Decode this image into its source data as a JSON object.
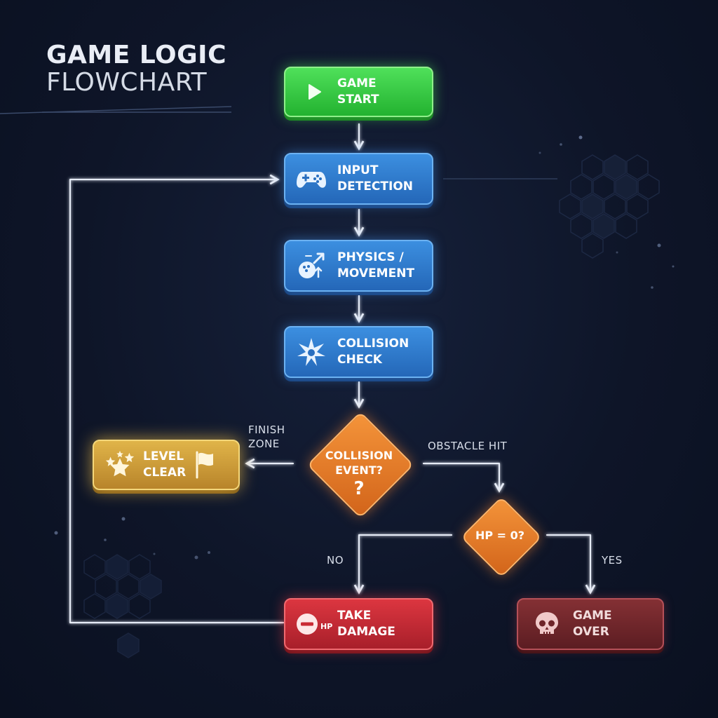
{
  "title": {
    "line1": "GAME LOGIC",
    "line2": "FLOWCHART"
  },
  "nodes": {
    "game_start": {
      "line1": "GAME",
      "line2": "START",
      "icon": "play-icon"
    },
    "input_detection": {
      "line1": "INPUT",
      "line2": "DETECTION",
      "icon": "gamepad-icon"
    },
    "physics_movement": {
      "line1": "PHYSICS /",
      "line2": "MOVEMENT",
      "icon": "ball-motion-icon"
    },
    "collision_check": {
      "line1": "COLLISION",
      "line2": "CHECK",
      "icon": "impact-burst-icon"
    },
    "collision_event": {
      "line1": "COLLISION",
      "line2": "EVENT?",
      "line3": "?"
    },
    "hp_zero": {
      "line1": "HP = 0?"
    },
    "level_clear": {
      "line1": "LEVEL",
      "line2": "CLEAR",
      "icon": "stars-flag-icon"
    },
    "take_damage": {
      "line1": "TAKE",
      "line2": "DAMAGE",
      "icon": "minus-hp-icon",
      "icon_text": "HP"
    },
    "game_over": {
      "line1": "GAME",
      "line2": "OVER",
      "icon": "skull-icon"
    }
  },
  "edges": {
    "finish_zone": {
      "line1": "FINISH",
      "line2": "ZONE"
    },
    "obstacle_hit": "OBSTACLE HIT",
    "no": "NO",
    "yes": "YES"
  },
  "colors": {
    "start": "#2fc43c",
    "process": "#2f7bd0",
    "decision": "#e67a2a",
    "success": "#d4a53a",
    "damage": "#c92a34",
    "game_over": "#6e2529",
    "connector": "#e6ecf7"
  }
}
